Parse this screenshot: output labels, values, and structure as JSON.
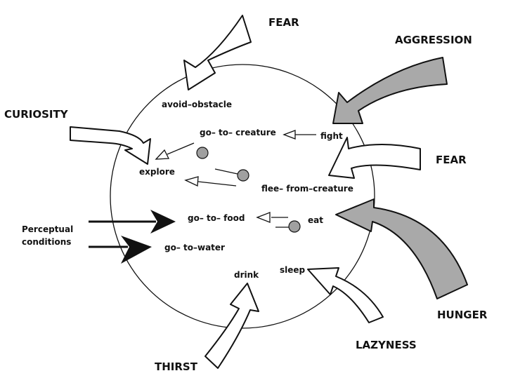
{
  "motivations": {
    "fear_top": "FEAR",
    "aggression": "AGGRESSION",
    "curiosity": "CURIOSITY",
    "fear_right": "FEAR",
    "perceptual": [
      "Perceptual",
      "conditions"
    ],
    "hunger": "HUNGER",
    "lazyness": "LAZYNESS",
    "thirst": "THIRST"
  },
  "behaviors": {
    "avoid_obstacle": "avoid–obstacle",
    "go_to_creature": "go– to– creature",
    "fight": "fight",
    "explore": "explore",
    "flee_from_creature": "flee– from–creature",
    "go_to_food": "go– to– food",
    "eat": "eat",
    "go_to_water": "go– to–water",
    "drink": "drink",
    "sleep": "sleep"
  },
  "colors": {
    "line": "#111111",
    "gray_fill": "#a9a9a9",
    "node_fill": "#a0a0a0",
    "background": "#ffffff"
  }
}
